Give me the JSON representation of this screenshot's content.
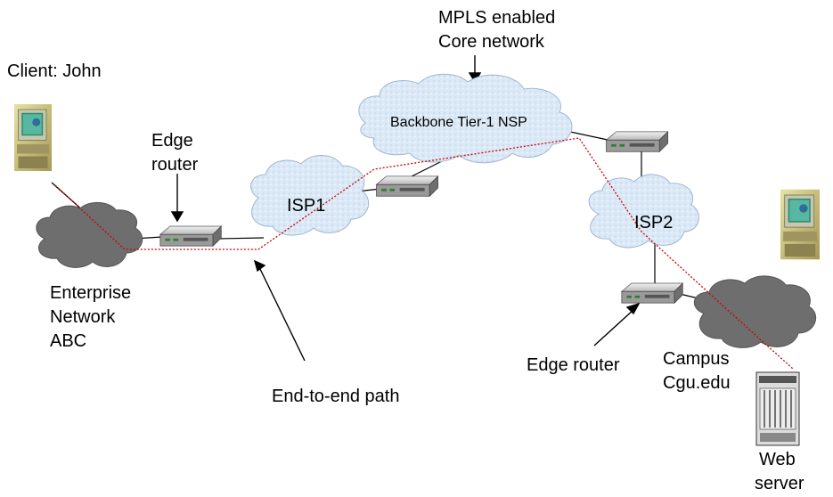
{
  "labels": {
    "client": "Client: John",
    "mpls_line1": "MPLS enabled",
    "mpls_line2": "Core network",
    "backbone": "Backbone Tier-1 NSP",
    "edge_router_top_line1": "Edge",
    "edge_router_top_line2": "router",
    "isp1": "ISP1",
    "isp2": "ISP2",
    "enterprise_line1": "Enterprise",
    "enterprise_line2": "Network",
    "enterprise_line3": "ABC",
    "end_to_end": "End-to-end path",
    "edge_router_bottom": "Edge router",
    "campus_line1": "Campus",
    "campus_line2": "Cgu.edu",
    "web_server_line1": "Web",
    "web_server_line2": "server"
  },
  "colors": {
    "cloud_light": "#d8e8f8",
    "cloud_dark": "#707070",
    "path": "#cc0000",
    "line": "#000000"
  }
}
